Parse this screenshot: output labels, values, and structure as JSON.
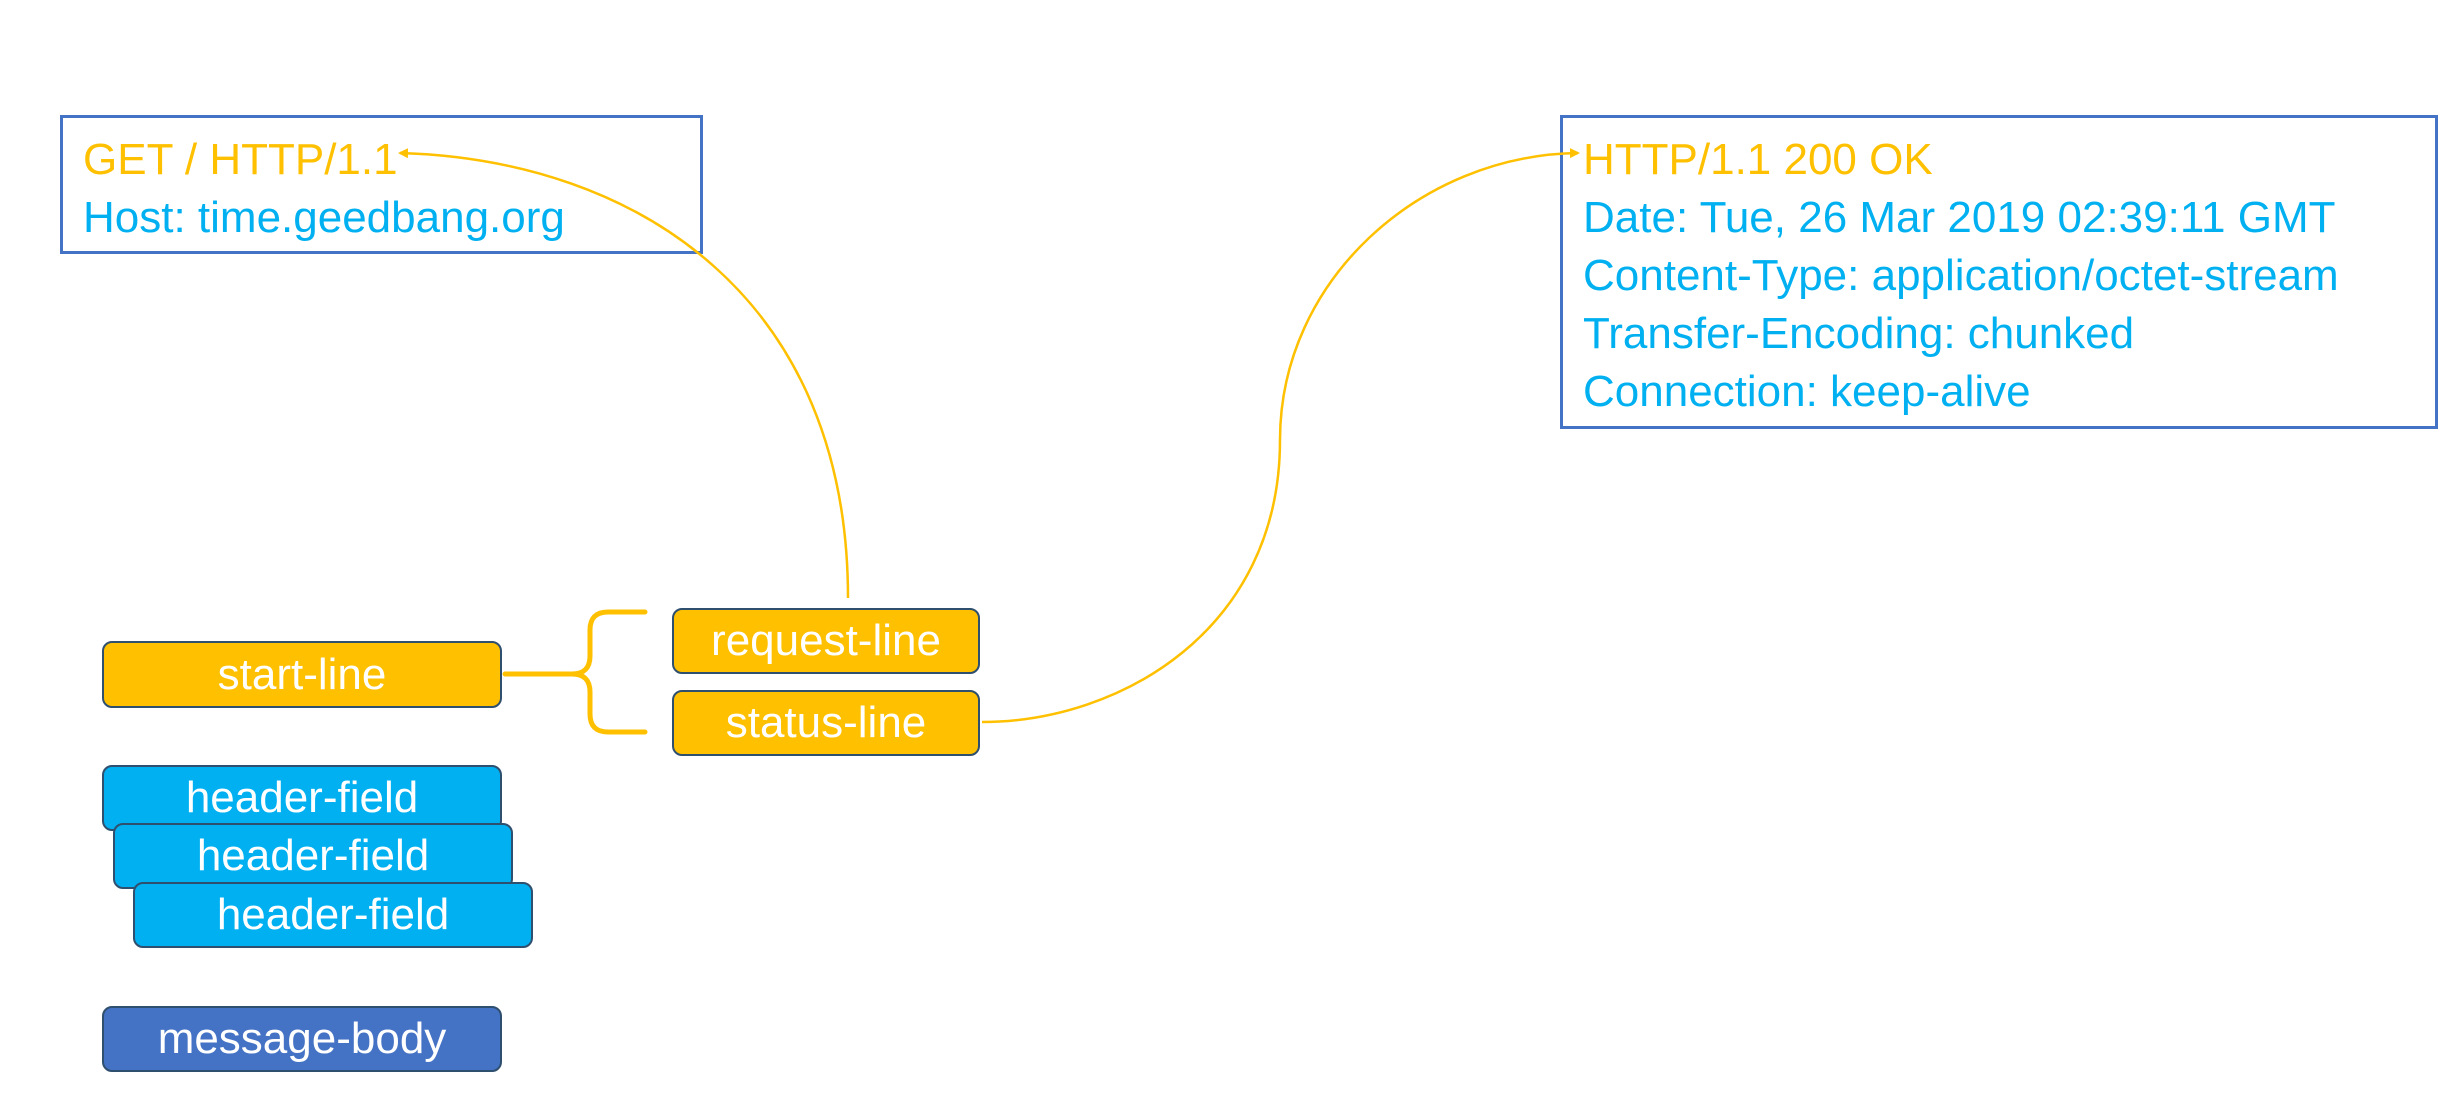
{
  "request": {
    "start_line": "GET / HTTP/1.1",
    "headers": [
      "Host: time.geedbang.org"
    ]
  },
  "response": {
    "start_line": "HTTP/1.1 200 OK",
    "headers": [
      "Date: Tue, 26 Mar 2019 02:39:11 GMT",
      "Content-Type: application/octet-stream",
      "Transfer-Encoding: chunked",
      "Connection: keep-alive"
    ]
  },
  "structure": {
    "start_line": "start-line",
    "request_line": "request-line",
    "status_line": "status-line",
    "header_fields": [
      "header-field",
      "header-field",
      "header-field"
    ],
    "message_body": "message-body"
  },
  "colors": {
    "start_line_text": "#FFC000",
    "header_text": "#00B0F0",
    "frame_border": "#4472C4",
    "connector": "#FFC000",
    "start_line_fill": "#FFC000",
    "header_field_fill": "#00B0F0",
    "message_body_fill": "#4472C4"
  }
}
